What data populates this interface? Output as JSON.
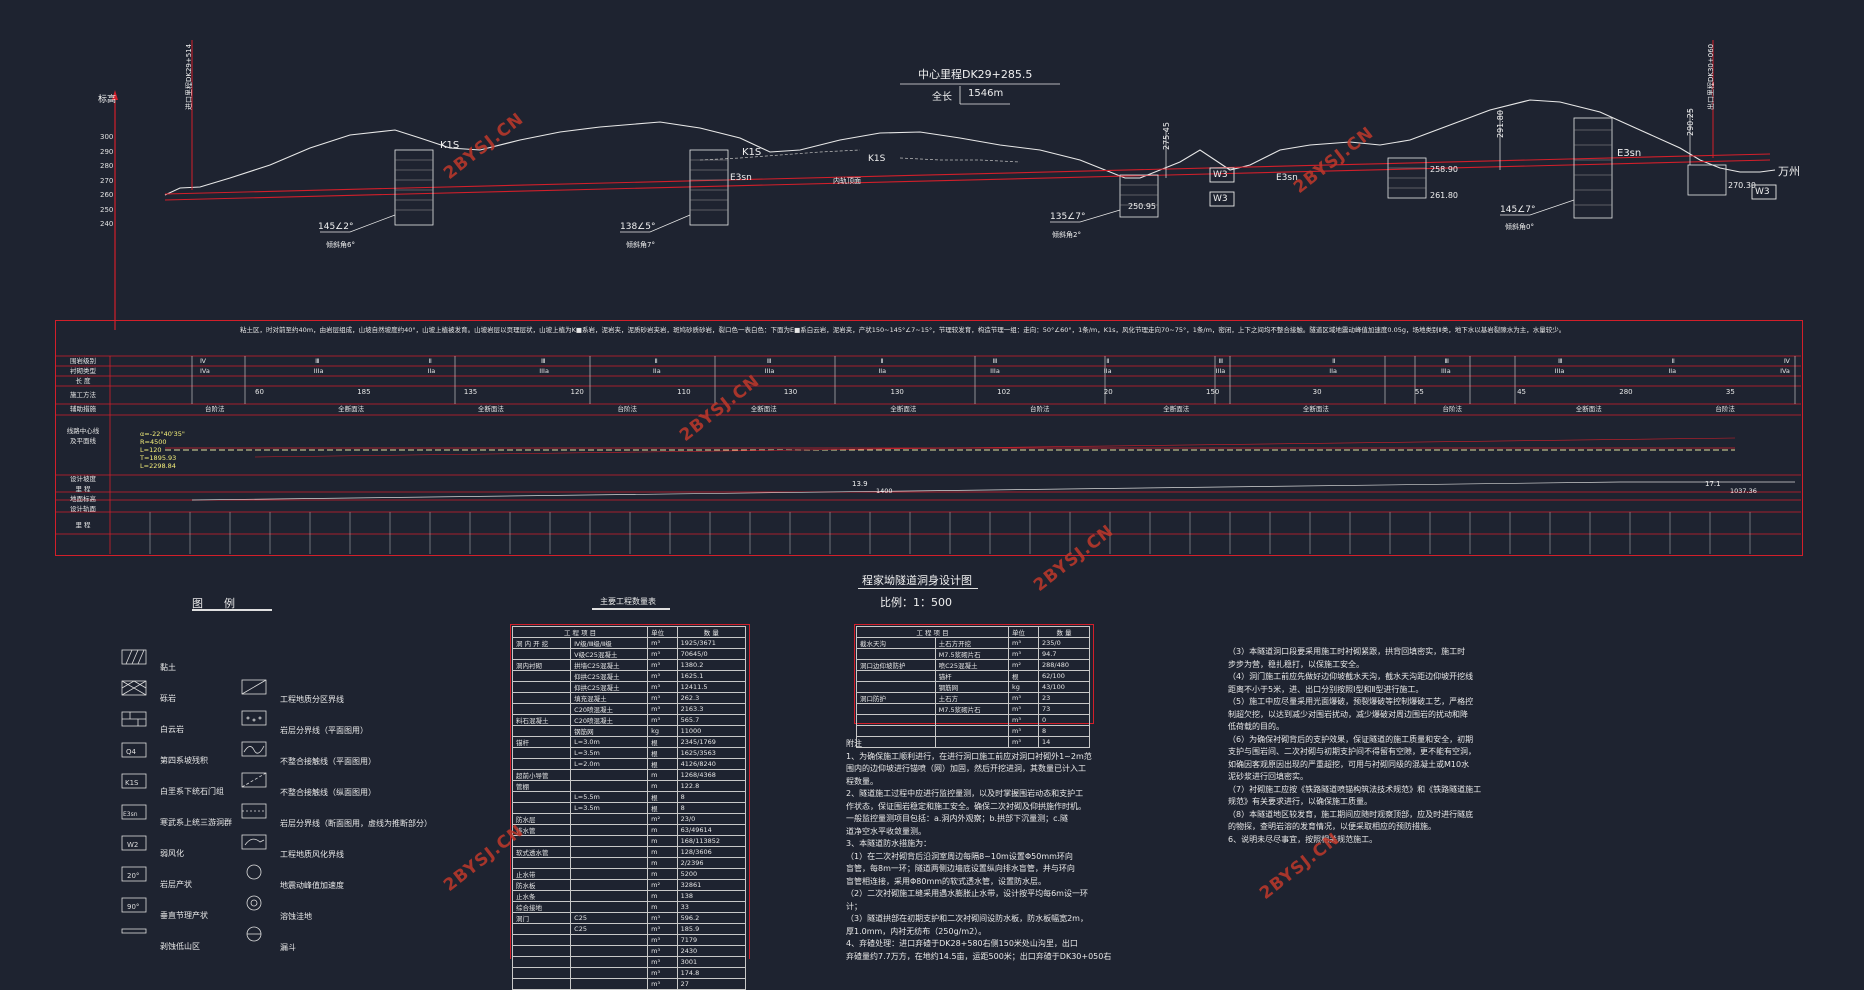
{
  "profile": {
    "center_mileage": "中心里程DK29+285.5",
    "total_length_label": "全长",
    "total_length": "1546m",
    "elevation_label": "标高",
    "elev_ticks": [
      "300",
      "290",
      "280",
      "270",
      "260",
      "250",
      "240"
    ],
    "entrance_mileage": "进口里程DK29+514",
    "exit_mileage": "出口里程DK30+060",
    "destination": "万州",
    "strata": [
      "K1S",
      "K1S",
      "K1S",
      "E3sn",
      "E3sn",
      "E3sn"
    ],
    "portal_left_angle": "145∠2°",
    "portal_left_note": "倾斜角6°",
    "angle_2": "138∠5°",
    "angle_2_note": "倾斜角7°",
    "angle_3": "135∠7°",
    "angle_3_note": "倾斜角2°",
    "angle_4": "145∠7°",
    "angle_4_note": "倾斜角0°",
    "weathering": [
      "W3",
      "W3",
      "W3"
    ],
    "depths": [
      "275.45",
      "250.95",
      "291.80",
      "258.90",
      "261.80",
      "290.25",
      "270.30"
    ],
    "track_label": "内轨顶面"
  },
  "geology_text": "粘土区，时对前至约40m，由岩层组成，山坡自然坡度约40°，山坡上植被发育。山坡岩层以页理层状，山坡上植为K■系岩，泥岩夹，泥质砂岩夹岩，斑鸠砂质砂岩，裂口色一表白色：下面为E■系白云岩，泥岩夹，产状150~145°∠7~15°，节理较发育，构造节理一组：走向：50°∠60°，1条/m，K1s，风化节理走向70~75°，1条/m，密闭，上下之间均不整合接触。隧道区域地震动峰值加速度0.05g，场地类别Ⅱ类，地下水以基岩裂隙水为主，水量较少。",
  "profile_rows": {
    "labels": [
      "围岩级别",
      "衬砌类型",
      "长 度",
      "施工方法",
      "辅助措施",
      "线路中心线",
      "及平面线",
      "设计坡度",
      "里 程",
      "地面标高",
      "设计轨面",
      "里 程"
    ],
    "grades": [
      "Ⅳ",
      "Ⅲ",
      "Ⅱ",
      "Ⅲ",
      "Ⅱ",
      "Ⅲ",
      "Ⅱ",
      "Ⅲ",
      "Ⅱ",
      "Ⅲ",
      "Ⅱ",
      "Ⅲ",
      "Ⅲ",
      "Ⅱ",
      "Ⅳ"
    ],
    "lining": [
      "IVa",
      "IIIa",
      "IIa",
      "IIIa",
      "IIa",
      "IIIa",
      "IIa",
      "IIIa",
      "IIa",
      "IIIa",
      "IIa",
      "IIIa",
      "IIIa",
      "IIa",
      "IVa"
    ],
    "lengths": [
      "60",
      "185",
      "135",
      "120",
      "110",
      "130",
      "130",
      "102",
      "20",
      "150",
      "30",
      "55",
      "45",
      "280",
      "35"
    ],
    "methods": [
      "台阶法",
      "全断面法",
      "全断面法",
      "台阶法",
      "全断面法",
      "全断面法",
      "台阶法",
      "全断面法",
      "全断面法",
      "台阶法",
      "全断面法",
      "台阶法"
    ],
    "curve": [
      "α=-22°40'35\"",
      "R=4500",
      "L=120",
      "T=1895.93",
      "L=2298.84"
    ],
    "slope_values": [
      "13.9",
      "17.1"
    ],
    "slope_lengths": [
      "1400",
      "1037.36"
    ]
  },
  "drawing_title": "程家坳隧道洞身设计图",
  "scale_label": "比例：",
  "scale": "1：500",
  "legend": {
    "title": "图      例",
    "items": [
      {
        "symbol": "hatch-diag",
        "label": "黏土"
      },
      {
        "symbol": "hatch-cross",
        "label": "砾岩"
      },
      {
        "symbol": "brick",
        "label": "白云岩"
      },
      {
        "symbol": "q4",
        "label": "第四系坡残积"
      },
      {
        "symbol": "k1s",
        "label": "白垩系下统石门组"
      },
      {
        "symbol": "e3sn",
        "label": "寒武系上统三游洞群"
      },
      {
        "symbol": "w2",
        "label": "弱风化"
      },
      {
        "symbol": "angle",
        "label": "岩层产状"
      },
      {
        "symbol": "joint",
        "label": "垂直节理产状"
      },
      {
        "symbol": "rock-lines",
        "label": "剥蚀低山区"
      }
    ],
    "items2": [
      {
        "label": "工程地质分区界线"
      },
      {
        "label": "岩层分界线（平面图用）"
      },
      {
        "label": "不整合接触线（平面图用）"
      },
      {
        "label": "不整合接触线（纵面图用）"
      },
      {
        "label": "岩层分界线（断面图用，虚线为推断部分）"
      },
      {
        "label": "工程地质风化界线"
      },
      {
        "label": "地震动峰值加速度"
      },
      {
        "label": "溶蚀洼地"
      },
      {
        "label": "漏斗"
      }
    ]
  },
  "main_table": {
    "title": "主要工程数量表",
    "header": [
      "工  程  项  目",
      "单位",
      "数  量"
    ],
    "rows": [
      [
        "洞  内  开  挖",
        "Ⅳ级/Ⅲ级/Ⅱ级",
        "m³",
        "1925/3671"
      ],
      [
        "",
        "Ⅴ级C25混凝土",
        "m³",
        "70645/0"
      ],
      [
        "洞内衬砌",
        "拱墙C25混凝土",
        "m³",
        "1380.2"
      ],
      [
        "",
        "仰拱C25混凝土",
        "m³",
        "1625.1"
      ],
      [
        "",
        "仰拱C25混凝土",
        "m³",
        "12411.5"
      ],
      [
        "",
        "填充混凝土",
        "m³",
        "262.3"
      ],
      [
        "",
        "C20喷混凝土",
        "m³",
        "2163.3"
      ],
      [
        "料石混凝土",
        "C20喷混凝土",
        "m³",
        "565.7"
      ],
      [
        "",
        "钢筋网",
        "kg",
        "11000"
      ],
      [
        "锚杆",
        "L=3.0m",
        "根",
        "2345/1769"
      ],
      [
        "",
        "L=3.5m",
        "根",
        "1625/3563"
      ],
      [
        "",
        "L=2.0m",
        "根",
        "4126/8240"
      ],
      [
        "超前小导管",
        "",
        "m",
        "1268/4368"
      ],
      [
        "管棚",
        "",
        "m",
        "122.8"
      ],
      [
        "",
        "L=5.5m",
        "根",
        "8"
      ],
      [
        "",
        "L=3.5m",
        "根",
        "8"
      ],
      [
        "防水层",
        "",
        "m²",
        "23/0"
      ],
      [
        "排水管",
        "",
        "m",
        "63/49614"
      ],
      [
        "",
        "",
        "m",
        "168/113852"
      ],
      [
        "软式透水管",
        "",
        "m",
        "128/3606"
      ],
      [
        "",
        "",
        "m",
        "2/2396"
      ],
      [
        "止水带",
        "",
        "m",
        "5200"
      ],
      [
        "防水板",
        "",
        "m²",
        "32861"
      ],
      [
        "止水条",
        "",
        "m",
        "138"
      ],
      [
        "综合接地",
        "",
        "m",
        "33"
      ],
      [
        "洞门",
        "C25",
        "m³",
        "596.2"
      ],
      [
        "",
        "C25",
        "m³",
        "185.9"
      ],
      [
        "",
        "",
        "m³",
        "7179"
      ],
      [
        "",
        "",
        "m³",
        "2430"
      ],
      [
        "",
        "",
        "m³",
        "3001"
      ],
      [
        "",
        "",
        "m³",
        "174.8"
      ],
      [
        "",
        "",
        "m³",
        "27"
      ]
    ]
  },
  "portal_table": {
    "header": [
      "工  程  项  目",
      "单位",
      "数  量"
    ],
    "rows": [
      [
        "截水天沟",
        "土石方开挖",
        "m³",
        "235/0"
      ],
      [
        "",
        "M7.5浆砌片石",
        "m³",
        "94.7"
      ],
      [
        "洞口边仰坡防护",
        "喷C25混凝土",
        "m²",
        "288/480"
      ],
      [
        "",
        "锚杆",
        "根",
        "62/100"
      ],
      [
        "",
        "钢筋网",
        "kg",
        "43/100"
      ],
      [
        "洞口防护",
        "土石方",
        "m³",
        "23"
      ],
      [
        "",
        "M7.5浆砌片石",
        "m³",
        "73"
      ],
      [
        "",
        "",
        "m³",
        "0"
      ],
      [
        "",
        "",
        "m³",
        "8"
      ],
      [
        "",
        "",
        "m³",
        "14"
      ]
    ]
  },
  "notes_left": "附注\n1、为确保施工顺利进行，在进行洞口施工前应对洞口衬砌外1~2m范\n围内的边仰坡进行锚喷（网）加固，然后开挖进洞，其数量已计入工\n程数量。\n2、隧道施工过程中应进行监控量测，以及时掌握围岩动态和支护工\n作状态，保证围岩稳定和施工安全。确保二次衬砌及仰拱施作时机。\n一般监控量测项目包括：a.洞内外观察；b.拱部下沉量测；c.隧\n道净空水平收敛量测。\n3、本隧道防水措施为：\n（1）在二次衬砌背后沿洞室周边每隔8~10m设置Φ50mm环向\n盲管，每8m一环；隧道两侧边墙底设置纵向排水盲管，并与环向\n盲管相连接，采用Φ80mm的软式透水管，设置防水层。\n（2）二次衬砌施工缝采用遇水膨胀止水带，设计按平均每6m设一环\n计；\n（3）隧道拱部在初期支护和二次衬砌间设防水板，防水板幅宽2m，\n厚1.0mm，内衬无纺布（250g/m2）。\n4、弃碴处理：进口弃碴于DK28+580右侧150米处山沟里，出口\n弃碴量约7.7万方，在地约14.5亩，运距500米；出口弃碴于DK30+050右",
  "notes_right": "（3）本隧道洞口段要采用施工时衬砌紧跟，拱背回填密实，施工时\n步步为营，稳扎稳打，以保施工安全。\n（4）洞门施工前应先做好边仰坡截水天沟，截水天沟距边仰坡开挖线\n距离不小于5米，进、出口分别按照Ⅰ型和Ⅱ型进行施工。\n（5）施工中应尽量采用光面爆破，预裂爆破等控制爆破工艺，严格控\n制超欠挖，以达到减少对围岩扰动，减少爆破对周边围岩的扰动和降\n低荷载的目的。\n（6）为确保衬砌背后的支护效果，保证隧道的施工质量和安全，初期\n支护与围岩间、二次衬砌与初期支护间不得留有空隙，更不能有空洞，\n如确因客观原因出现的严重超挖，可用与衬砌同级的混凝土或M10水\n泥砂浆进行回填密实。\n（7）衬砌施工应按《铁路隧道喷锚构筑法技术规范》和《铁路隧道施工\n规范》有关要求进行，以确保施工质量。\n（8）本隧道地区较发育，施工期间应随时观察顶部，应及时进行隧底\n的物探，查明岩溶的发育情况，以便采取相应的预防措施。\n6、说明未尽尽事宜，按照相关规范施工。",
  "watermark": "2BYSJ.CN"
}
